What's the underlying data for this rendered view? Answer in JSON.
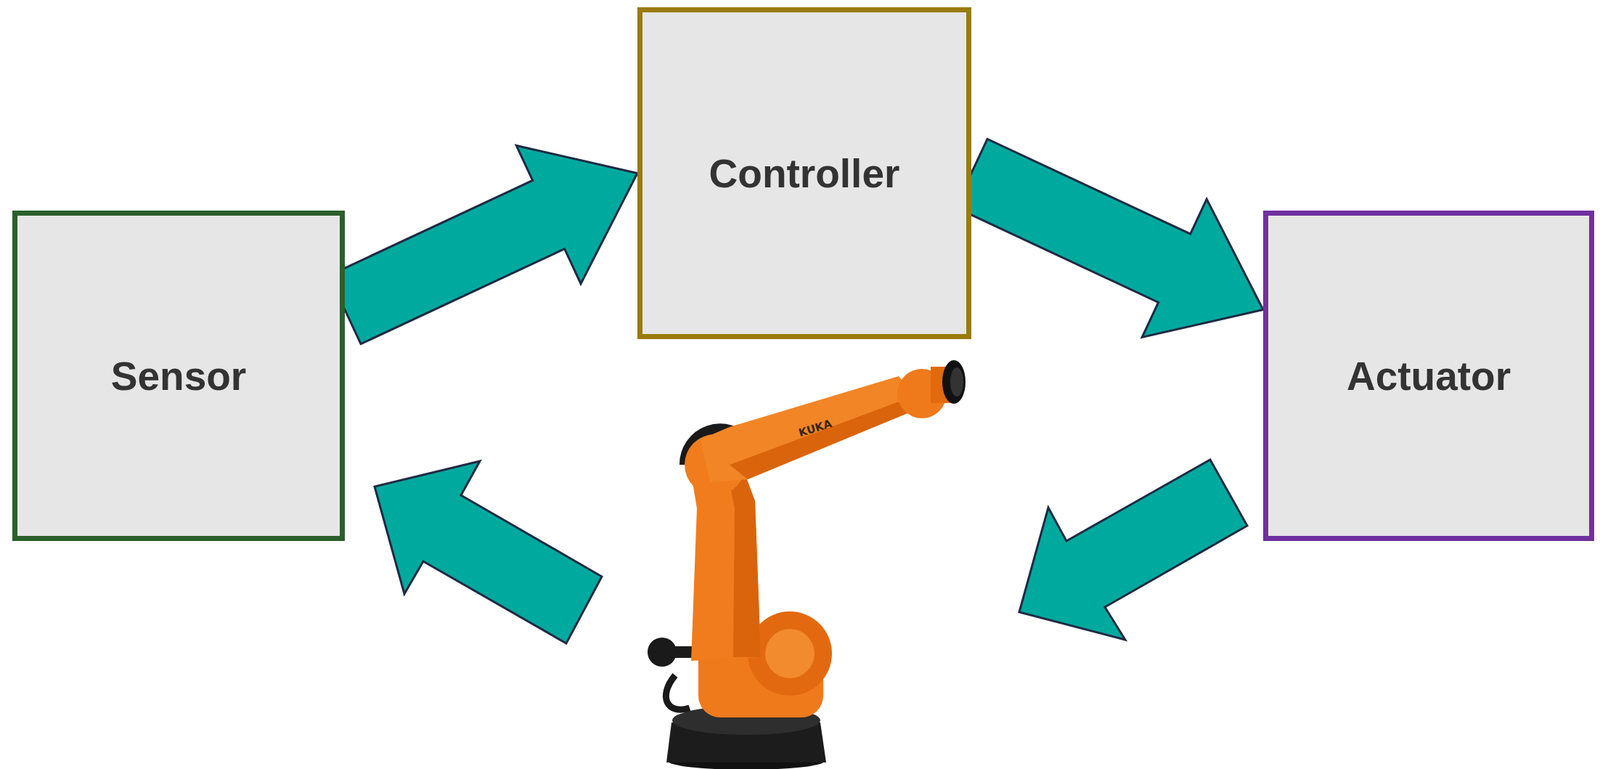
{
  "diagram": {
    "nodes": [
      {
        "text": [
          "Sensor"
        ]
      },
      {
        "text": [
          "Controller"
        ]
      },
      {
        "text": [
          "Actuator"
        ]
      }
    ],
    "edges": [
      {
        "from": 0,
        "to": 1,
        "arrow": "to"
      },
      {
        "from": 1,
        "to": 2,
        "arrow": "to"
      }
    ],
    "labels": [
      "KUKA"
    ]
  }
}
